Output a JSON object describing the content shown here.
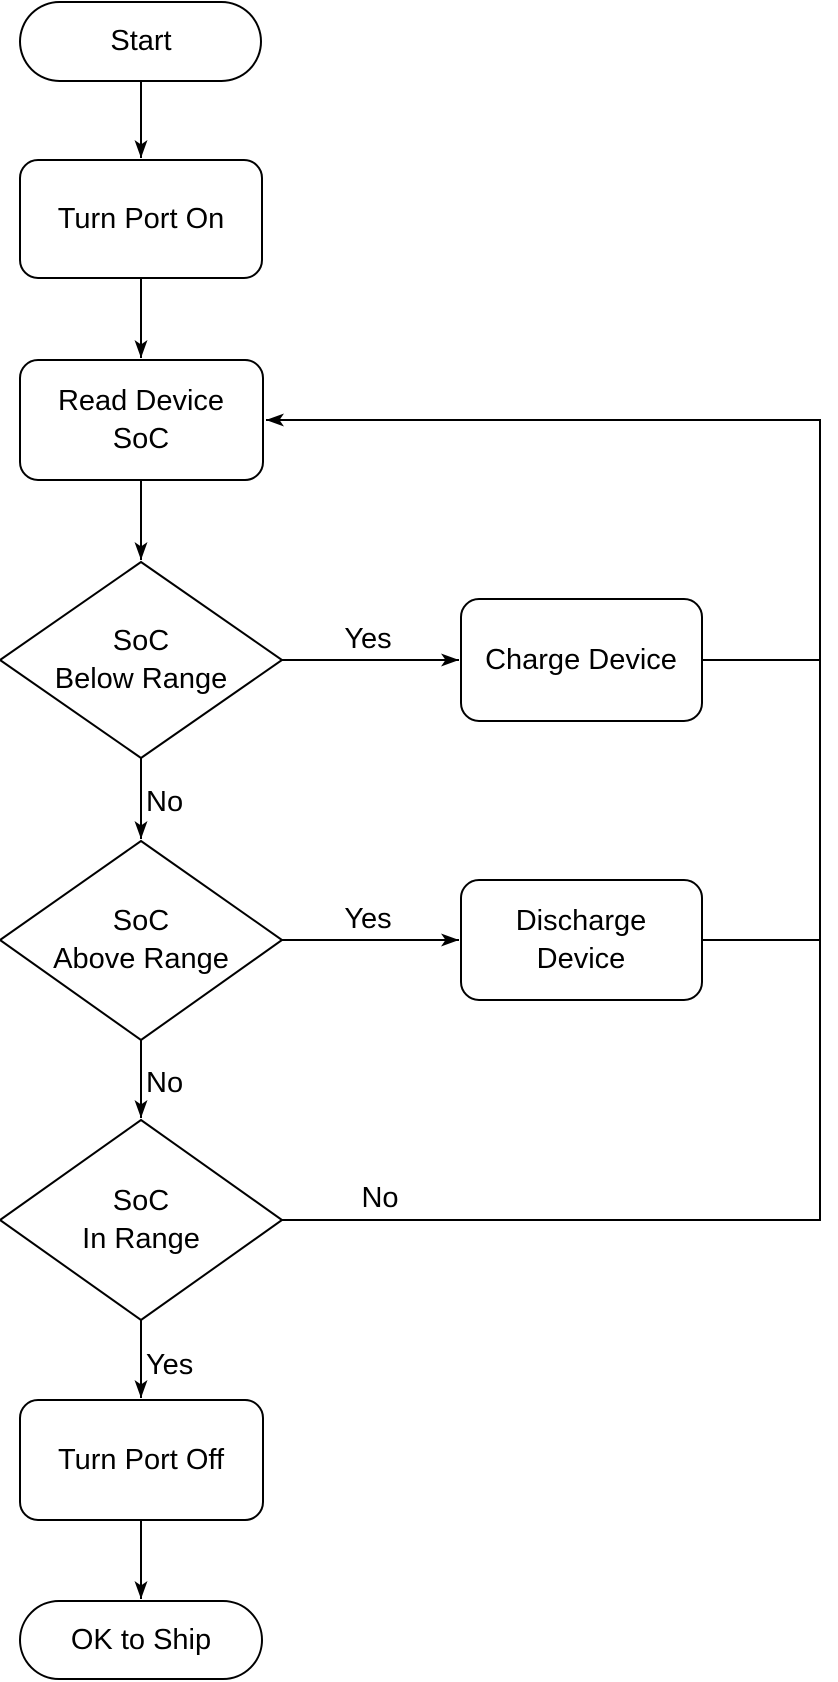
{
  "diagram": {
    "type": "flowchart",
    "colors": {
      "background": "#ffffff",
      "shape_fill": "#ffffff",
      "stroke": "#000000",
      "text": "#000000"
    },
    "nodes": {
      "start": {
        "shape": "terminator",
        "lines": [
          "Start"
        ]
      },
      "turn_port_on": {
        "shape": "process",
        "lines": [
          "Turn Port On"
        ]
      },
      "read_device_soc": {
        "shape": "process",
        "lines": [
          "Read Device",
          "SoC"
        ]
      },
      "soc_below_range": {
        "shape": "decision",
        "lines": [
          "SoC",
          "Below Range"
        ]
      },
      "charge_device": {
        "shape": "process",
        "lines": [
          "Charge Device"
        ]
      },
      "soc_above_range": {
        "shape": "decision",
        "lines": [
          "SoC",
          "Above Range"
        ]
      },
      "discharge_device": {
        "shape": "process",
        "lines": [
          "Discharge",
          "Device"
        ]
      },
      "soc_in_range": {
        "shape": "decision",
        "lines": [
          "SoC",
          "In Range"
        ]
      },
      "turn_port_off": {
        "shape": "process",
        "lines": [
          "Turn Port Off"
        ]
      },
      "ok_to_ship": {
        "shape": "terminator",
        "lines": [
          "OK to Ship"
        ]
      }
    },
    "edges": {
      "start_to_turn_on": {
        "from": "start",
        "to": "turn_port_on",
        "label": ""
      },
      "turn_on_to_read": {
        "from": "turn_port_on",
        "to": "read_device_soc",
        "label": ""
      },
      "read_to_below": {
        "from": "read_device_soc",
        "to": "soc_below_range",
        "label": ""
      },
      "below_yes": {
        "from": "soc_below_range",
        "to": "charge_device",
        "label": "Yes"
      },
      "below_no": {
        "from": "soc_below_range",
        "to": "soc_above_range",
        "label": "No"
      },
      "charge_to_loop": {
        "from": "charge_device",
        "to": "read_device_soc",
        "label": ""
      },
      "above_yes": {
        "from": "soc_above_range",
        "to": "discharge_device",
        "label": "Yes"
      },
      "above_no": {
        "from": "soc_above_range",
        "to": "soc_in_range",
        "label": "No"
      },
      "discharge_to_loop": {
        "from": "discharge_device",
        "to": "read_device_soc",
        "label": ""
      },
      "in_range_no": {
        "from": "soc_in_range",
        "to": "read_device_soc",
        "label": "No"
      },
      "in_range_yes": {
        "from": "soc_in_range",
        "to": "turn_port_off",
        "label": "Yes"
      },
      "turn_off_to_ship": {
        "from": "turn_port_off",
        "to": "ok_to_ship",
        "label": ""
      }
    }
  }
}
